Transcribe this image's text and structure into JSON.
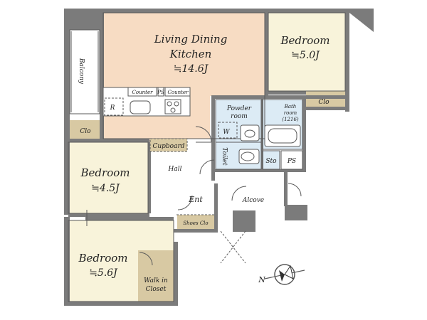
{
  "rooms": {
    "ldk": {
      "name_line1": "Living Dining",
      "name_line2": "Kitchen",
      "size": "≒14.6J"
    },
    "bedroom_ne": {
      "name": "Bedroom",
      "size": "≒5.0J"
    },
    "bedroom_w": {
      "name": "Bedroom",
      "size": "≒4.5J"
    },
    "bedroom_sw": {
      "name": "Bedroom",
      "size": "≒5.6J"
    },
    "powder_room": {
      "line1": "Powder",
      "line2": "room"
    },
    "bathroom": {
      "line1": "Bath",
      "line2": "room",
      "line3": "(1216)"
    }
  },
  "labels": {
    "balcony": "Balcony",
    "counter_left": "Counter",
    "counter_right": "Counter",
    "ps_counter": "PS",
    "refrigerator": "R",
    "cupboard": "Cupboard",
    "clo_ne": "Clo",
    "clo_w": "Clo",
    "hall": "Hall",
    "entrance": "Ent",
    "alcove": "Alcove",
    "shoes_clo": "Shoes Clo",
    "walk_in_line1": "Walk in",
    "walk_in_line2": "Closet",
    "washer": "W",
    "toilet": "Toilet",
    "storage": "Sto",
    "pipe_space": "PS",
    "compass": "N"
  },
  "colors": {
    "ldk_floor": "#f7dcc3",
    "bedroom_floor": "#f8f3da",
    "wet_floor": "#dcebf5",
    "closet_floor": "#d8c9a3",
    "wall": "#7b7b7b",
    "outline": "#5a5a5a"
  }
}
